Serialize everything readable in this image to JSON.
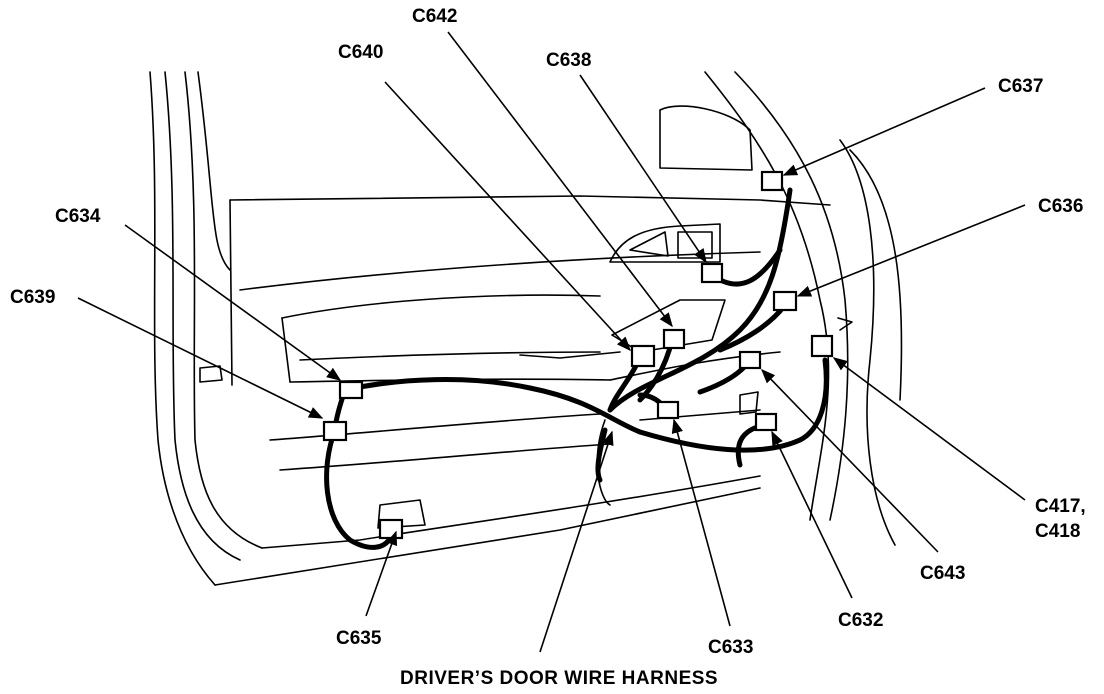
{
  "caption": "DRIVER’S DOOR WIRE HARNESS",
  "labels": {
    "c642": "C642",
    "c640": "C640",
    "c638": "C638",
    "c637": "C637",
    "c636": "C636",
    "c634": "C634",
    "c639": "C639",
    "c417": "C417,",
    "c418": "C418",
    "c643": "C643",
    "c632": "C632",
    "c633": "C633",
    "c635": "C635"
  }
}
